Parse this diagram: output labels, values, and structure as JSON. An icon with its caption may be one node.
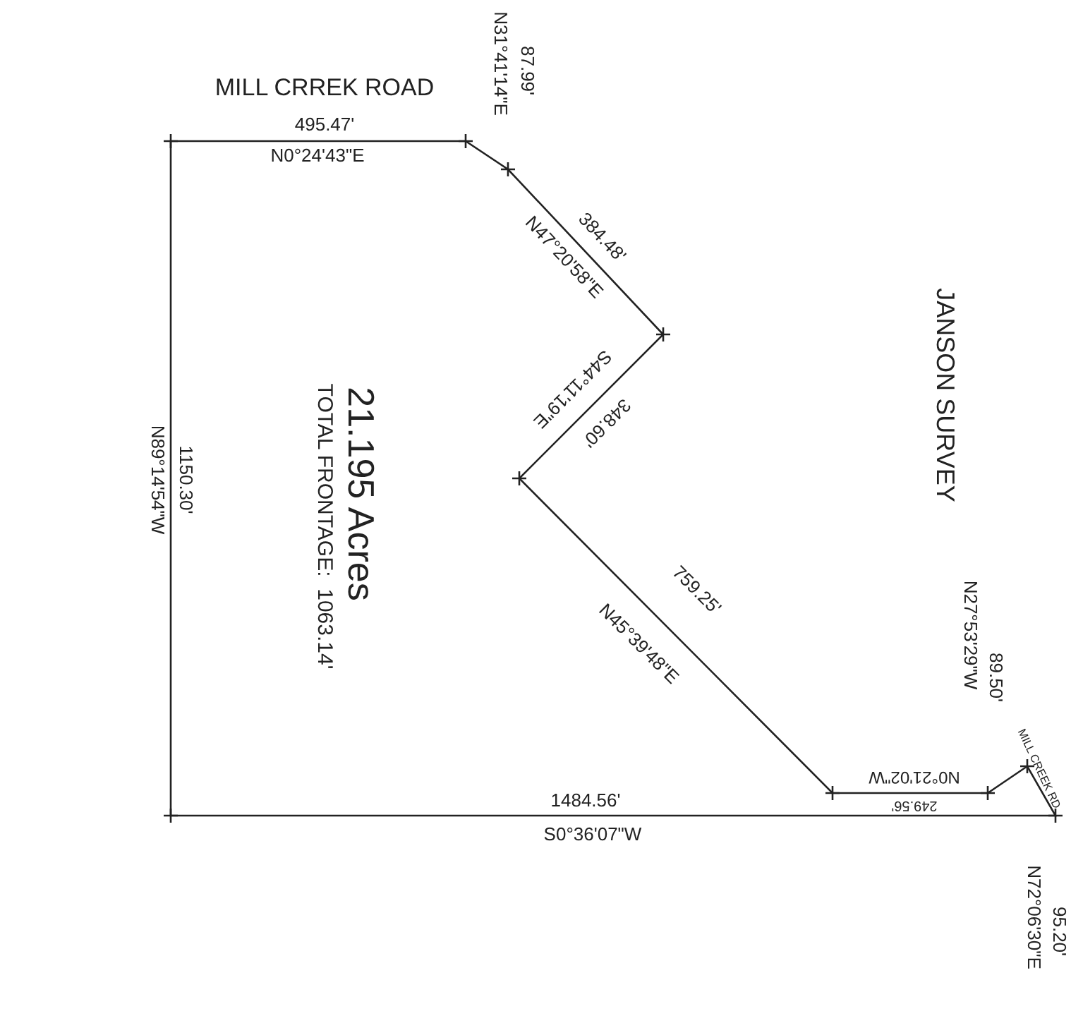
{
  "diagram": {
    "labels": [
      "MILL CRREK ROAD",
      "495.47'",
      "N0°24'43\"E",
      "87.99'",
      "N31°41'14\"E",
      "384.48'",
      "N47°20'58\"E",
      "S44°11'19\"E",
      "348.60'",
      "JANSON SURVEY",
      "21.195 Acres",
      "TOTAL FRONTAGE:  1063.14'",
      "1150.30'",
      "N89°14'54\"W",
      "759.25'",
      "N45°39'48\"E",
      "89.50'",
      "N27°53'29\"W",
      "MILL CREEK RD",
      "N0°21'02\"W",
      "249.56'",
      "1484.56'",
      "S0°36'07\"W",
      "95.20'",
      "N72°06'30\"E"
    ]
  }
}
